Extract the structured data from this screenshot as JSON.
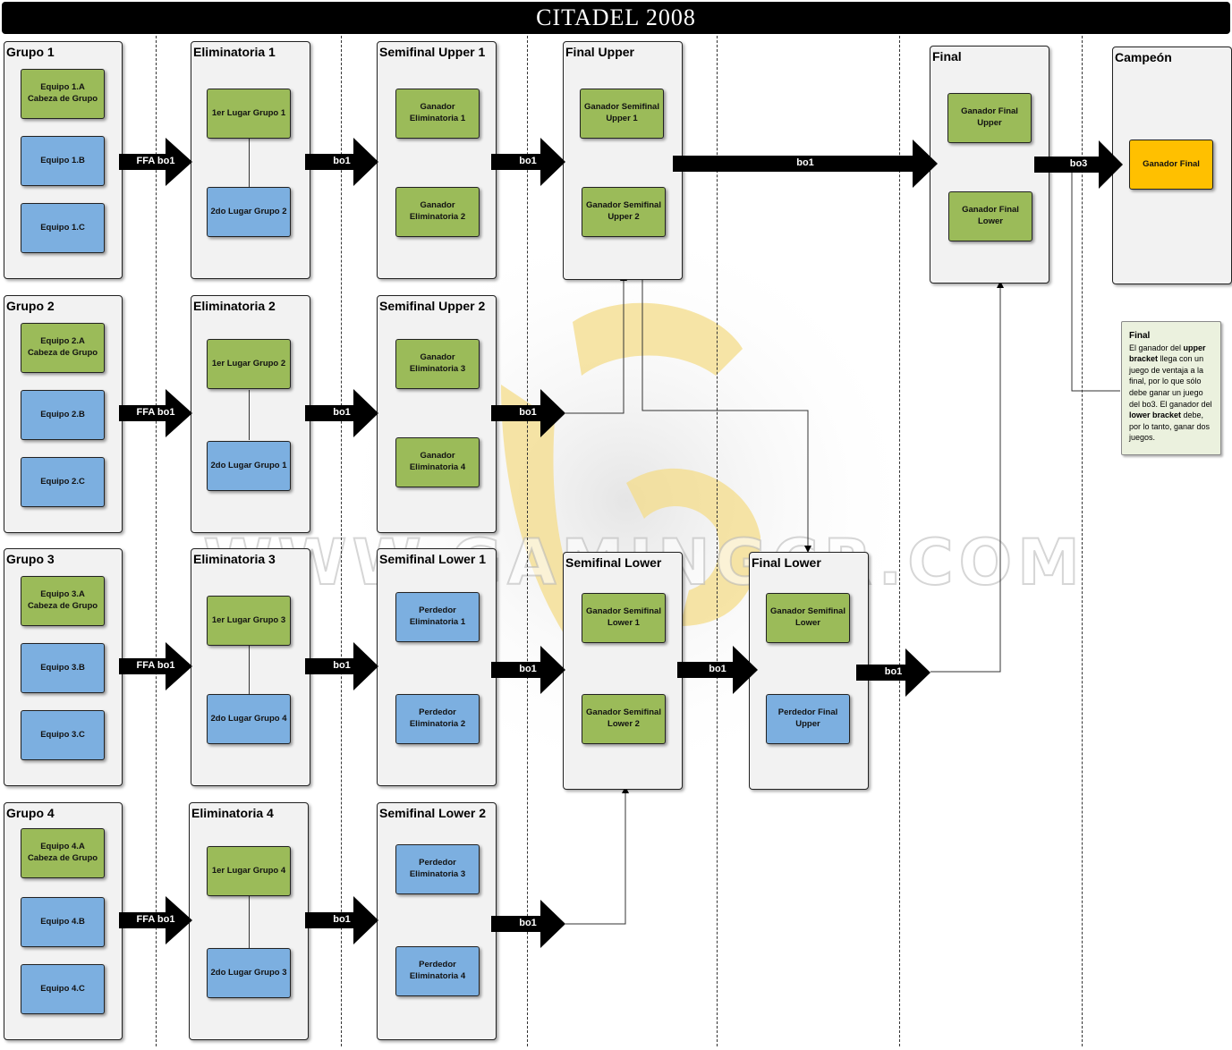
{
  "title": "CITADEL 2008",
  "watermark": "WWW.GAMINGCR.COM",
  "colors": {
    "team_green": "#9bbb59",
    "team_blue": "#7cafe0",
    "champion_orange": "#ffc000",
    "note_bg": "#ebf1de"
  },
  "groups": [
    {
      "title": "Grupo 1",
      "teams": [
        "Equipo 1.A\nCabeza de Grupo",
        "Equipo 1.B",
        "Equipo 1.C"
      ]
    },
    {
      "title": "Grupo 2",
      "teams": [
        "Equipo 2.A\nCabeza de Grupo",
        "Equipo 2.B",
        "Equipo 2.C"
      ]
    },
    {
      "title": "Grupo 3",
      "teams": [
        "Equipo 3.A\nCabeza de Grupo",
        "Equipo 3.B",
        "Equipo 3.C"
      ]
    },
    {
      "title": "Grupo 4",
      "teams": [
        "Equipo 4.A\nCabeza de Grupo",
        "Equipo 4.B",
        "Equipo 4.C"
      ]
    }
  ],
  "eliminatorias": [
    {
      "title": "Eliminatoria 1",
      "teams": [
        "1er Lugar Grupo 1",
        "2do Lugar Grupo 2"
      ]
    },
    {
      "title": "Eliminatoria 2",
      "teams": [
        "1er Lugar Grupo 2",
        "2do Lugar Grupo 1"
      ]
    },
    {
      "title": "Eliminatoria 3",
      "teams": [
        "1er Lugar Grupo 3",
        "2do Lugar Grupo 4"
      ]
    },
    {
      "title": "Eliminatoria 4",
      "teams": [
        "1er Lugar Grupo 4",
        "2do Lugar Grupo 3"
      ]
    }
  ],
  "semifinals": [
    {
      "title": "Semifinal Upper 1",
      "teams": [
        "Ganador\nEliminatoria 1",
        "Ganador\nEliminatoria 2"
      ]
    },
    {
      "title": "Semifinal Upper 2",
      "teams": [
        "Ganador\nEliminatoria 3",
        "Ganador\nEliminatoria 4"
      ]
    },
    {
      "title": "Semifinal Lower 1",
      "teams": [
        "Perdedor\nEliminatoria 1",
        "Perdedor\nEliminatoria 2"
      ]
    },
    {
      "title": "Semifinal Lower 2",
      "teams": [
        "Perdedor\nEliminatoria 3",
        "Perdedor\nEliminatoria 4"
      ]
    }
  ],
  "final_upper": {
    "title": "Final Upper",
    "teams": [
      "Ganador Semifinal\nUpper 1",
      "Ganador Semifinal\nUpper 2"
    ]
  },
  "semifinal_lower": {
    "title": "Semifinal Lower",
    "teams": [
      "Ganador Semifinal\nLower 1",
      "Ganador Semifinal\nLower 2"
    ]
  },
  "final_lower": {
    "title": "Final Lower",
    "teams": [
      "Ganador Semifinal\nLower",
      "Perdedor Final\nUpper"
    ]
  },
  "final": {
    "title": "Final",
    "teams": [
      "Ganador Final\nUpper",
      "Ganador Final\nLower"
    ]
  },
  "campeon": {
    "title": "Campeón",
    "winner": "Ganador Final"
  },
  "arrows": {
    "ffa": "FFA bo1",
    "bo1": "bo1",
    "bo3": "bo3"
  },
  "note": {
    "title": "Final",
    "t1": "El ganador del ",
    "b1": "upper bracket",
    "t2": " llega con un juego de ventaja a la final, por lo que sólo debe ganar un juego del bo3. El ganador del ",
    "b2": "lower bracket",
    "t3": " debe, por lo tanto, ganar dos juegos."
  }
}
